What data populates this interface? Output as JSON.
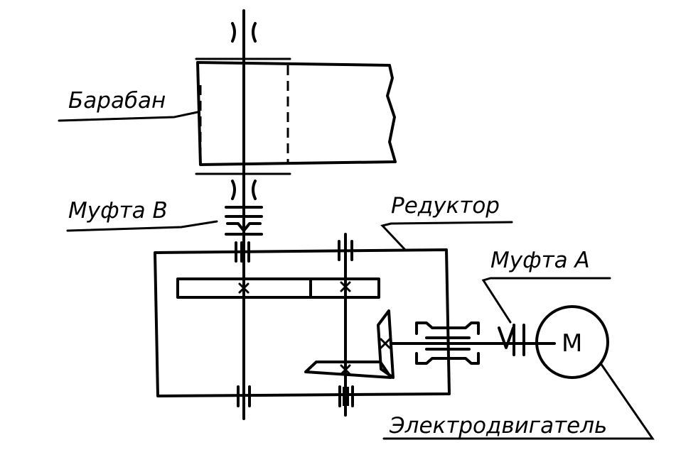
{
  "labels": {
    "drum": "Барабан",
    "coupling_b": "Муфта В",
    "reducer": "Редуктор",
    "coupling_a": "Муфта А",
    "motor": "Электродвигатель",
    "motor_symbol": "M"
  }
}
